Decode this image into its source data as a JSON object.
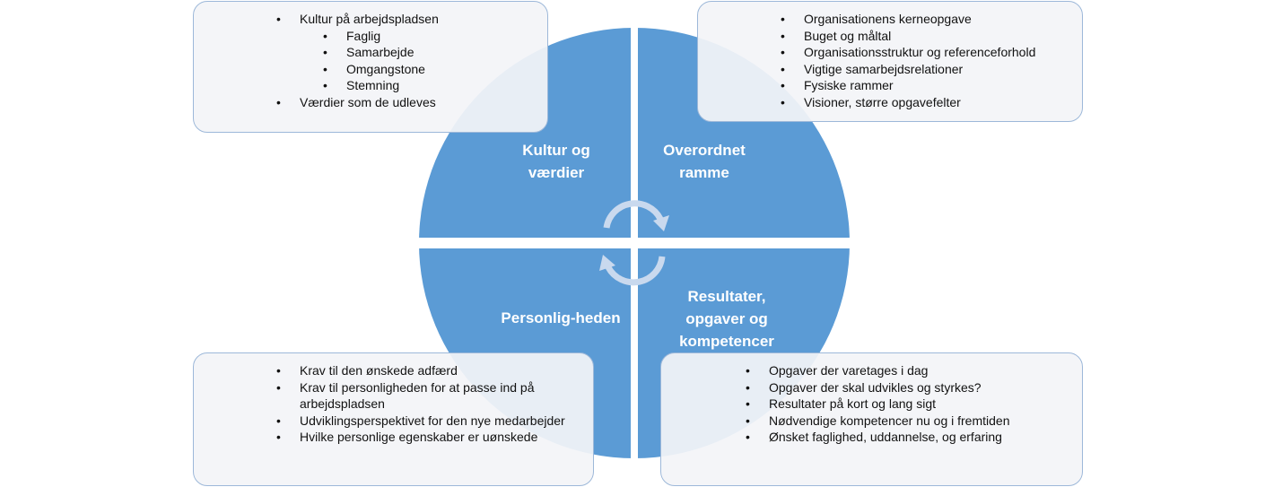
{
  "colors": {
    "quadrant": "#5b9bd5",
    "box_border": "#9db8d9"
  },
  "quadrants": {
    "top_left": "Kultur og værdier",
    "top_right": "Overordnet ramme",
    "bottom_left": "Personlig-heden",
    "bottom_right": "Resultater, opgaver og kompetencer"
  },
  "boxes": {
    "top_left": [
      {
        "text": "Kultur på arbejdspladsen",
        "level": 1
      },
      {
        "text": "Faglig",
        "level": 2
      },
      {
        "text": "Samarbejde",
        "level": 2
      },
      {
        "text": "Omgangstone",
        "level": 2
      },
      {
        "text": "Stemning",
        "level": 2
      },
      {
        "text": "Værdier som de udleves",
        "level": 1
      }
    ],
    "top_right": [
      "Organisationens kerneopgave",
      "Buget og måltal",
      "Organisationsstruktur og referenceforhold",
      "Vigtige samarbejdsrelationer",
      "Fysiske rammer",
      "Visioner, større opgavefelter"
    ],
    "bottom_left": [
      "Krav til den ønskede adfærd",
      "Krav til personligheden for at passe ind på arbejdspladsen",
      "Udviklingsperspektivet  for den nye medarbejder",
      "Hvilke personlige egenskaber er uønskede"
    ],
    "bottom_right": [
      "Opgaver der varetages i dag",
      "Opgaver der skal udvikles og styrkes?",
      "Resultater på kort og lang sigt",
      "Nødvendige kompetencer nu og i fremtiden",
      "Ønsket faglighed, uddannelse, og erfaring"
    ]
  }
}
